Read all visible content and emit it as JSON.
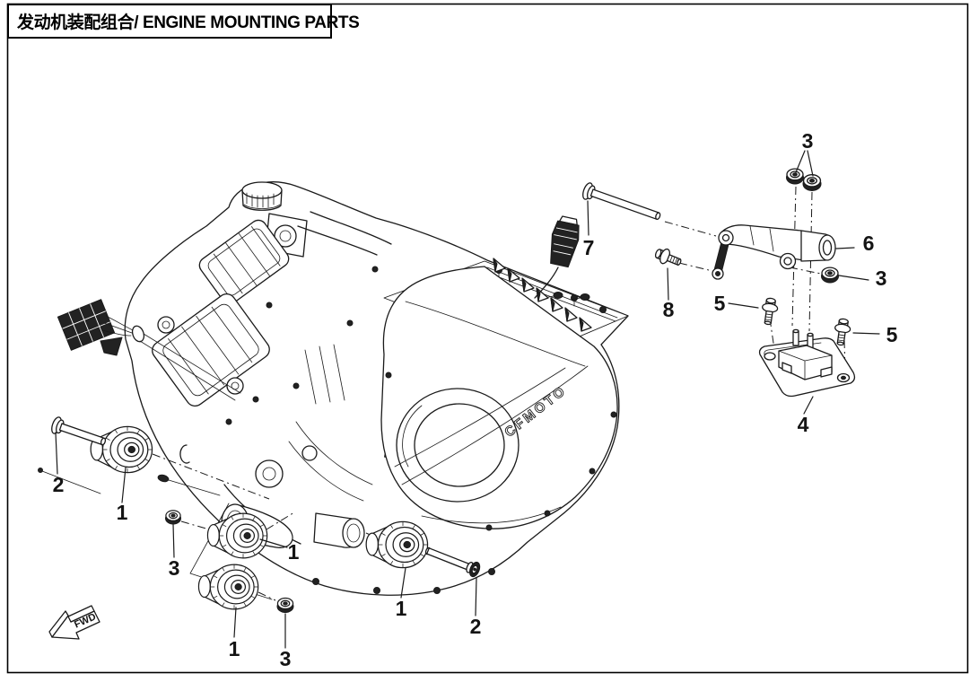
{
  "page": {
    "title": "发动机装配组合/ ENGINE MOUNTING PARTS",
    "background_color": "#ffffff",
    "line_color": "#1a1a1a"
  },
  "diagram": {
    "brand_logo": "CFMOTO",
    "direction_label": "FWD",
    "callouts": [
      {
        "target": "flange-nut-pair-top",
        "label": "3"
      },
      {
        "target": "engine-hanger-bracket",
        "label": "6"
      },
      {
        "target": "flange-nut-right",
        "label": "3"
      },
      {
        "target": "long-bolt-top",
        "label": "7"
      },
      {
        "target": "small-bolt",
        "label": "8"
      },
      {
        "target": "flange-bolt-left",
        "label": "5"
      },
      {
        "target": "flange-bolt-right",
        "label": "5"
      },
      {
        "target": "engine-mount-plate",
        "label": "4"
      },
      {
        "target": "long-bolt-left",
        "label": "2"
      },
      {
        "target": "rubber-mount-1",
        "label": "1"
      },
      {
        "target": "flange-nut-left",
        "label": "3"
      },
      {
        "target": "rubber-mount-2",
        "label": "1"
      },
      {
        "target": "rubber-mount-3",
        "label": "1"
      },
      {
        "target": "flange-nut-bottom",
        "label": "3"
      },
      {
        "target": "rubber-mount-4",
        "label": "1"
      },
      {
        "target": "long-bolt-bottom",
        "label": "2"
      }
    ]
  }
}
